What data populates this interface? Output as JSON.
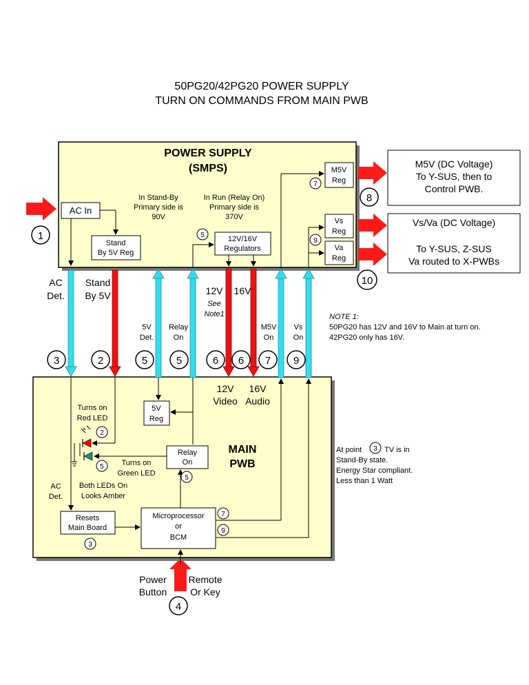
{
  "title": {
    "line1": "50PG20/42PG20 POWER SUPPLY",
    "line2": "TURN ON COMMANDS FROM MAIN PWB"
  },
  "smps": {
    "title1": "POWER SUPPLY",
    "title2": "(SMPS)",
    "ac_in": "AC In",
    "standby_reg": [
      "Stand",
      "By 5V Reg"
    ],
    "standby_note": [
      "In Stand-By",
      "Primary side is",
      "90V"
    ],
    "run_note": [
      "In Run (Relay On)",
      "Primary side is",
      "370V"
    ],
    "reg_12_16": [
      "12V/16V",
      "Regulators"
    ],
    "m5v_reg": [
      "M5V",
      "Reg"
    ],
    "vs_reg": [
      "Vs",
      "Reg"
    ],
    "va_reg": [
      "Va",
      "Reg"
    ]
  },
  "outputs": {
    "m5v": [
      "M5V (DC Voltage)",
      "To Y-SUS, then to",
      "Control PWB."
    ],
    "vsva": [
      "Vs/Va (DC Voltage)",
      "",
      "To Y-SUS, Z-SUS",
      "Va routed to X-PWBs"
    ]
  },
  "signals": {
    "ac_det": [
      "AC",
      "Det."
    ],
    "standby_5v": [
      "Stand",
      "By 5V"
    ],
    "v5_det": [
      "5V",
      "Det."
    ],
    "relay_on": [
      "Relay",
      "On"
    ],
    "v12": "12V",
    "see_note": [
      "See",
      "Note1"
    ],
    "v16": "16V",
    "m5v_on": [
      "M5V",
      "On"
    ],
    "vs_on": [
      "Vs",
      "On"
    ]
  },
  "note": {
    "heading": "NOTE 1:",
    "line1": "50PG20 has 12V and 16V to Main at turn on.",
    "line2": "42PG20 only has 16V."
  },
  "main": {
    "title1": "MAIN",
    "title2": "PWB",
    "video": [
      "12V",
      "Video"
    ],
    "audio": [
      "16V",
      "Audio"
    ],
    "reg5v": [
      "5V",
      "Reg"
    ],
    "red_led": [
      "Turns on",
      "Red LED"
    ],
    "green_led": [
      "Turns on",
      "Green LED"
    ],
    "both_leds": [
      "Both LEDs On",
      "Looks Amber"
    ],
    "relay_on": [
      "Relay",
      "On"
    ],
    "ac_det": [
      "AC",
      "Det."
    ],
    "resets": [
      "Resets",
      "Main Board"
    ],
    "micro": [
      "Microprocessor",
      "or",
      "BCM"
    ]
  },
  "standby_note": {
    "prefix": "At point",
    "suffix": "TV is in",
    "line2": "Stand-By state.",
    "line3": "Energy Star compliant.",
    "line4": "Less than 1 Watt"
  },
  "bottom": {
    "power": [
      "Power",
      "Button"
    ],
    "remote": [
      "Remote",
      "Or Key"
    ]
  },
  "markers": {
    "n1": "1",
    "n2": "2",
    "n3": "3",
    "n4": "4",
    "n5": "5",
    "n6": "6",
    "n7": "7",
    "n8": "8",
    "n9": "9",
    "n10": "10"
  },
  "colors": {
    "board": "#ffffcc",
    "cyan": "#33ddee",
    "red": "#ff0000",
    "green_led": "#2a8a7a"
  }
}
